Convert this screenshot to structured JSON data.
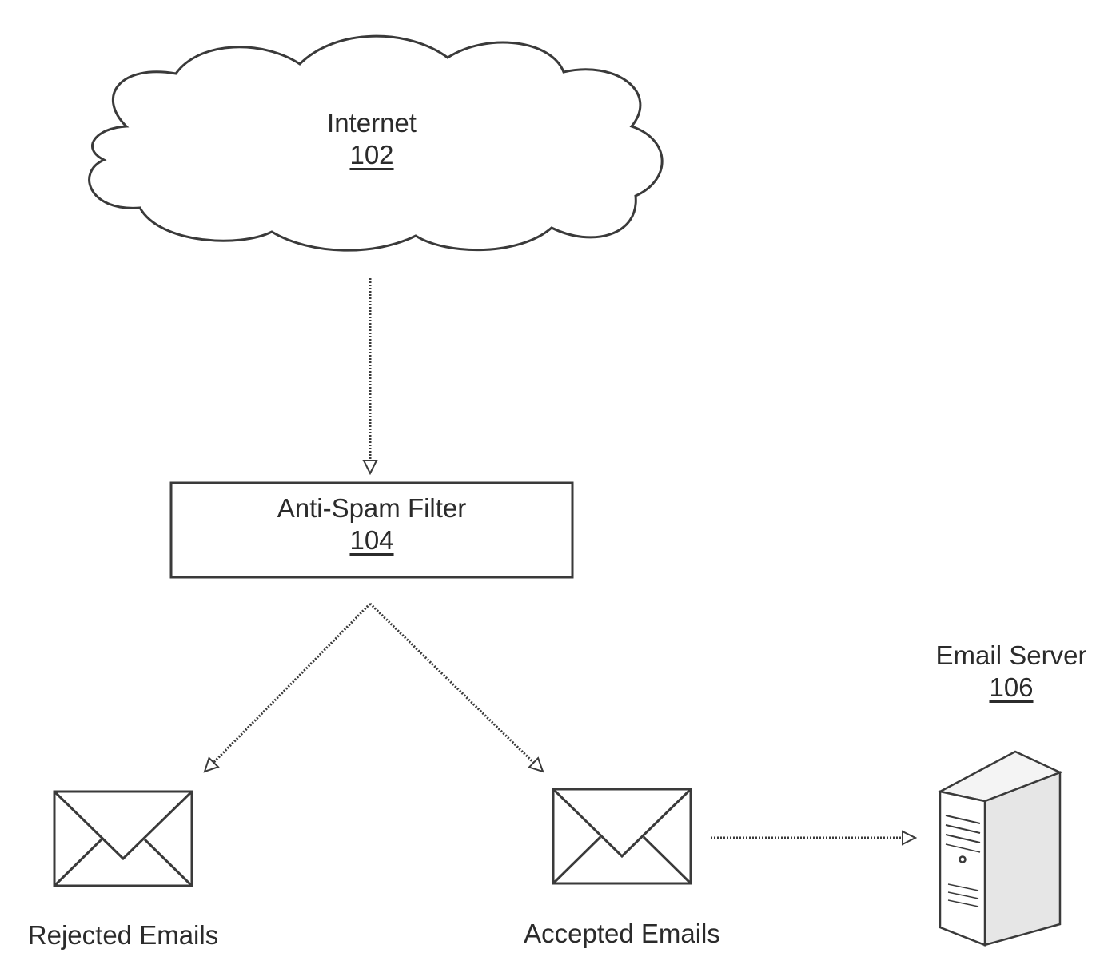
{
  "internet": {
    "name": "Internet",
    "ref": "102"
  },
  "filter": {
    "name": "Anti-Spam Filter",
    "ref": "104"
  },
  "server": {
    "name": "Email Server",
    "ref": "106"
  },
  "rejected": {
    "label": "Rejected Emails"
  },
  "accepted": {
    "label": "Accepted Emails"
  },
  "colors": {
    "stroke": "#3a3a3a",
    "background": "#ffffff"
  }
}
